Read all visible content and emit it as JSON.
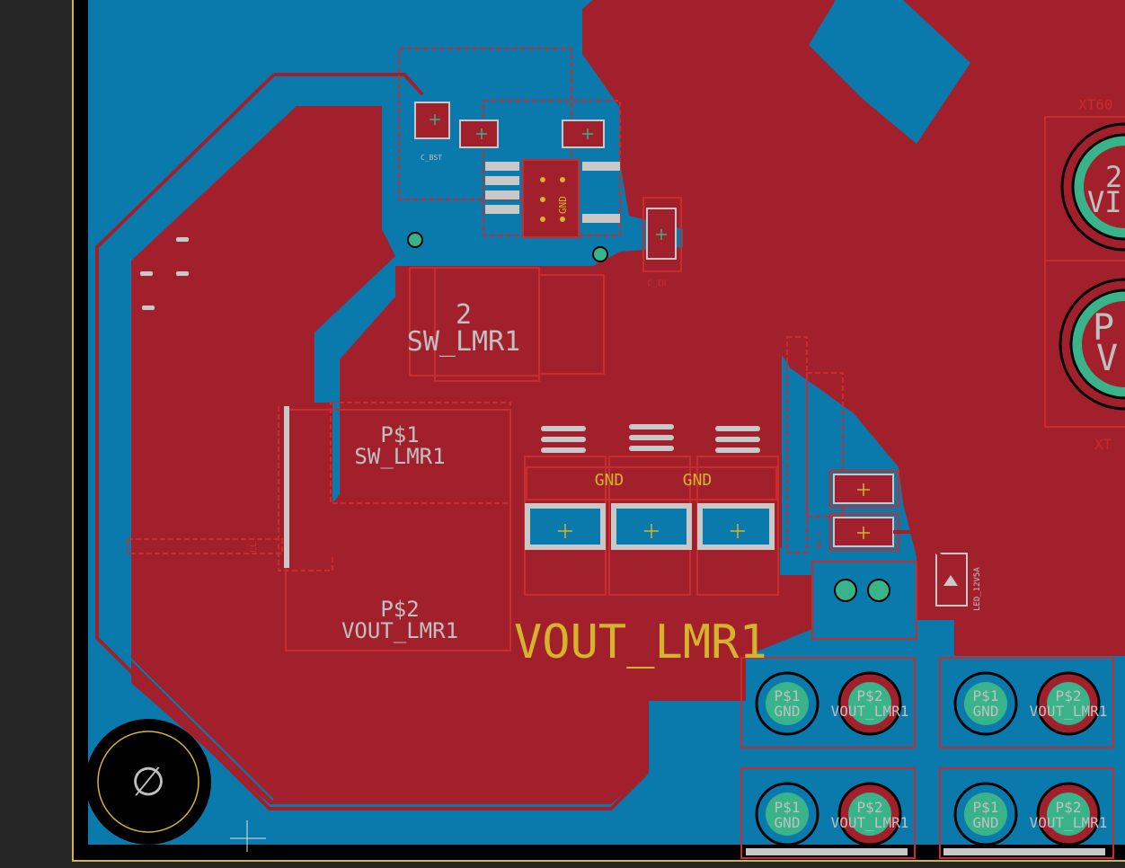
{
  "colors": {
    "workspace": "#262626",
    "board": "#0a7aad",
    "copper": "#a2202c",
    "copperDark": "#8e1b24",
    "outline": "#c82c2c",
    "silk": "#c0c0c0",
    "yellowSilk": "#d5b42c",
    "pad": "#c8c8c8",
    "padGreen": "#39b38a",
    "edge": "#d8b23a",
    "black": "#000000"
  },
  "labels": {
    "sw_pin": "2",
    "sw_name": "SW_LMR1",
    "p1_pin": "P$1",
    "p1_name": "SW_LMR1",
    "p2_pin": "P$2",
    "p2_name": "VOUT_LMR1",
    "vout_big": "VOUT_LMR1",
    "gnd1": "GND",
    "gnd2": "GND",
    "ic_gnd": "GND",
    "conn_ref_top": "XT60",
    "conn_pin_2": "2",
    "conn_vi": "VI",
    "conn_p": "P",
    "conn_v": "V",
    "conn_ref_bottom": "XT",
    "led_ref": "LED_12V5A",
    "cap_ref_left": "LL",
    "cap_ref_small": "C_IN",
    "cap_ref_top": "C_BST",
    "misc_ref": "BL_C",
    "tp_p1": "P$1",
    "tp_gnd": "GND",
    "tp_p2": "P$2",
    "tp_vout": "VOUT_LMR1",
    "mount_hole_symbol": "∅"
  },
  "icons": {
    "mounting_hole": "mounting-hole-icon",
    "cursor": "crosshair-cursor-icon"
  }
}
